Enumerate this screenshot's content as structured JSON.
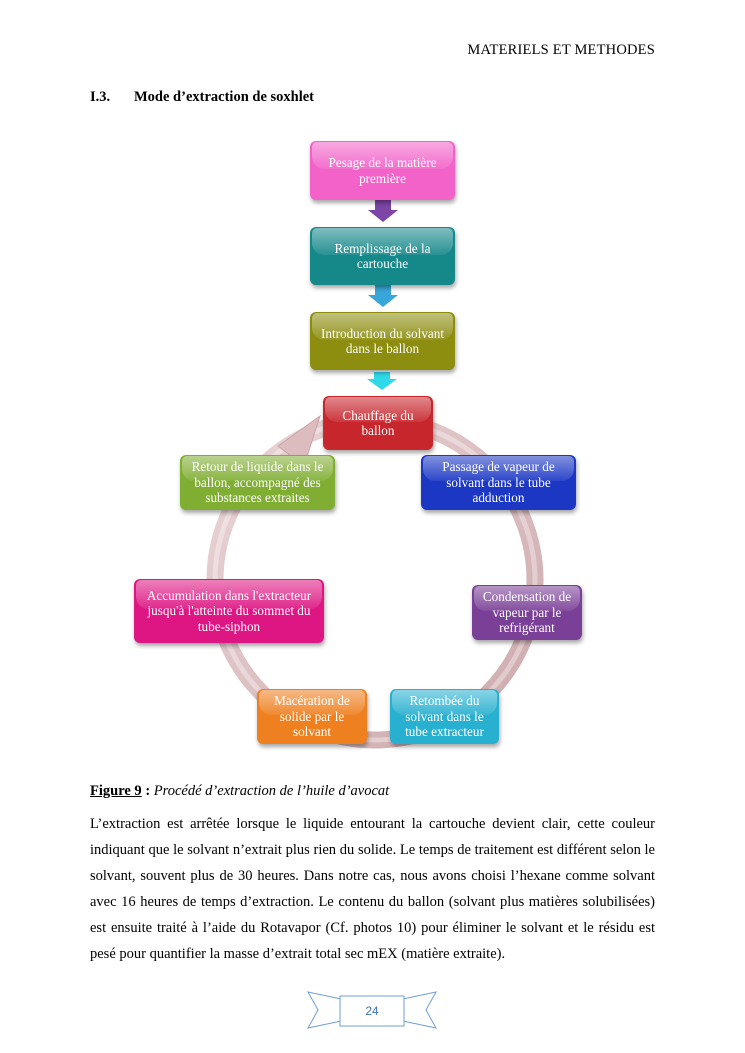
{
  "header": {
    "title": "MATERIELS ET METHODES"
  },
  "section": {
    "number": "I.3.",
    "title": "Mode d’extraction de soxhlet"
  },
  "diagram": {
    "steps": [
      {
        "label": "Pesage de la matière première",
        "color": "#f262c8"
      },
      {
        "label": "Remplissage de la cartouche",
        "color": "#15888a"
      },
      {
        "label": "Introduction du solvant dans le ballon",
        "color": "#8d8d10"
      }
    ],
    "cycle": [
      {
        "label": "Chauffage du ballon",
        "color": "#c7262d"
      },
      {
        "label": "Passage de vapeur de solvant dans le tube adduction",
        "color": "#1b37c4"
      },
      {
        "label": "Condensation de vapeur par le refrigérant",
        "color": "#7a3f96"
      },
      {
        "label": "Retombée du solvant dans le tube extracteur",
        "color": "#28b0d0"
      },
      {
        "label": "Macération de solide par le solvant",
        "color": "#ee8020"
      },
      {
        "label": "Accumulation dans l'extracteur jusqu'à l'atteinte du sommet du tube-siphon",
        "color": "#de1683"
      },
      {
        "label": "Retour de liquide dans le ballon, accompagné des substances extraites",
        "color": "#80ae32"
      }
    ],
    "arrow_colors": [
      "#7c45a6",
      "#38a6d8",
      "#30d9e8"
    ],
    "ring_color": "#d7b5b8"
  },
  "caption": {
    "label": "Figure 9",
    "separator": " :",
    "text": "Procédé d’extraction de l’huile d’avocat"
  },
  "paragraph": {
    "body": "L’extraction est arrêtée lorsque le liquide entourant la cartouche devient clair, cette couleur indiquant que le solvant n’extrait plus rien du solide. Le temps de traitement est différent selon le solvant, souvent plus de 30 heures. Dans notre cas, nous avons choisi l’hexane comme solvant avec 16 heures de temps d’extraction. Le contenu du ballon (solvant plus matières solubilisées) est ensuite traité à l’aide du Rotavapor (Cf. photos 10)  pour éliminer le solvant et le résidu est pesé pour quantifier la masse d’extrait total sec mEX (matière extraite)."
  },
  "footer": {
    "page_number": "24",
    "ribbon_color": "#6f9fd6"
  }
}
